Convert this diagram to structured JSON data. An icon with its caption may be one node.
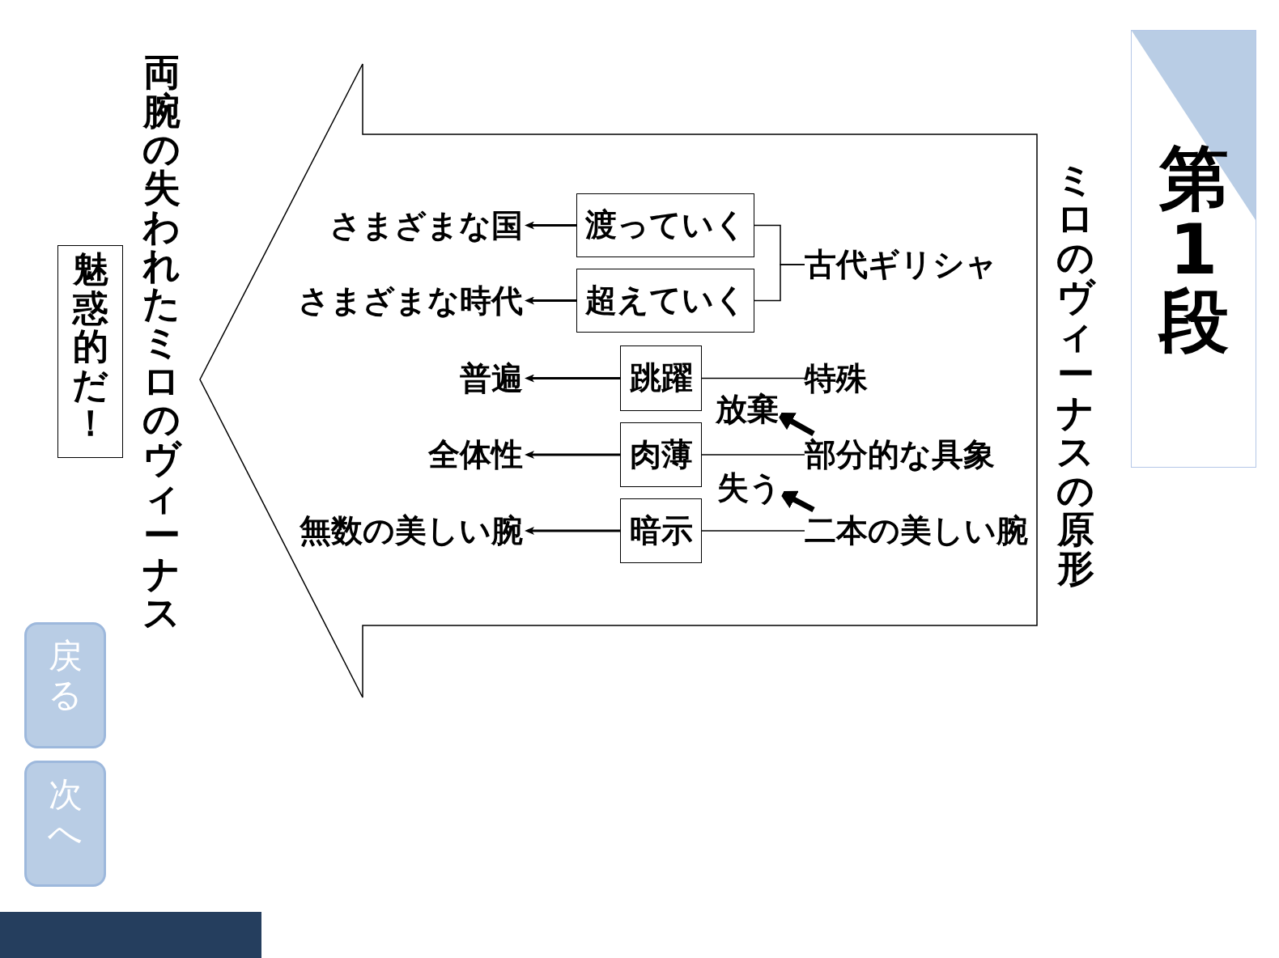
{
  "diagram": {
    "nodes": [
      {
        "text": [
          "第1段"
        ]
      },
      {
        "text": [
          "ミロのヴィーナスの原形"
        ]
      },
      {
        "text": [],
        "shape": "arrow"
      },
      {
        "text": [
          "古代ギリシャ"
        ],
        "in": 2
      },
      {
        "text": [
          "渡っていく"
        ],
        "in": 2
      },
      {
        "text": [
          "さまざまな国"
        ],
        "in": 2
      },
      {
        "text": [
          "超えていく"
        ],
        "in": 2
      },
      {
        "text": [
          "さまざまな時代"
        ],
        "in": 2
      },
      {
        "text": [
          "特殊"
        ],
        "in": 2
      },
      {
        "text": [
          "跳躍"
        ],
        "in": 2
      },
      {
        "text": [
          "普遍"
        ],
        "in": 2
      },
      {
        "text": [
          "放棄"
        ],
        "in": 2
      },
      {
        "text": [
          "部分的な具象"
        ],
        "in": 2
      },
      {
        "text": [
          "肉薄"
        ],
        "in": 2
      },
      {
        "text": [
          "全体性"
        ],
        "in": 2
      },
      {
        "text": [
          "失う"
        ],
        "in": 2
      },
      {
        "text": [
          "二本の美しい腕"
        ],
        "in": 2
      },
      {
        "text": [
          "暗示"
        ],
        "in": 2
      },
      {
        "text": [
          "無数の美しい腕"
        ],
        "in": 2
      },
      {
        "text": [
          "両腕の失われたミロのヴィーナス"
        ]
      },
      {
        "text": [
          "魅惑的だ！"
        ]
      },
      {
        "text": [
          "戻る"
        ]
      },
      {
        "text": [
          "次へ"
        ]
      }
    ],
    "edges": [
      {
        "from": 3,
        "to": 4,
        "arrow": "none"
      },
      {
        "from": 3,
        "to": 6,
        "arrow": "none"
      },
      {
        "from": 4,
        "to": 5,
        "arrow": "to"
      },
      {
        "from": 6,
        "to": 7,
        "arrow": "to"
      },
      {
        "from": 8,
        "to": 9,
        "arrow": "none"
      },
      {
        "from": 9,
        "to": 10,
        "arrow": "to"
      },
      {
        "from": 12,
        "to": 11,
        "arrow": "to",
        "style": "thick"
      },
      {
        "from": 12,
        "to": 13,
        "arrow": "none"
      },
      {
        "from": 13,
        "to": 14,
        "arrow": "to"
      },
      {
        "from": 16,
        "to": 15,
        "arrow": "to",
        "style": "thick"
      },
      {
        "from": 16,
        "to": 17,
        "arrow": "none"
      },
      {
        "from": 17,
        "to": 18,
        "arrow": "to"
      }
    ]
  }
}
